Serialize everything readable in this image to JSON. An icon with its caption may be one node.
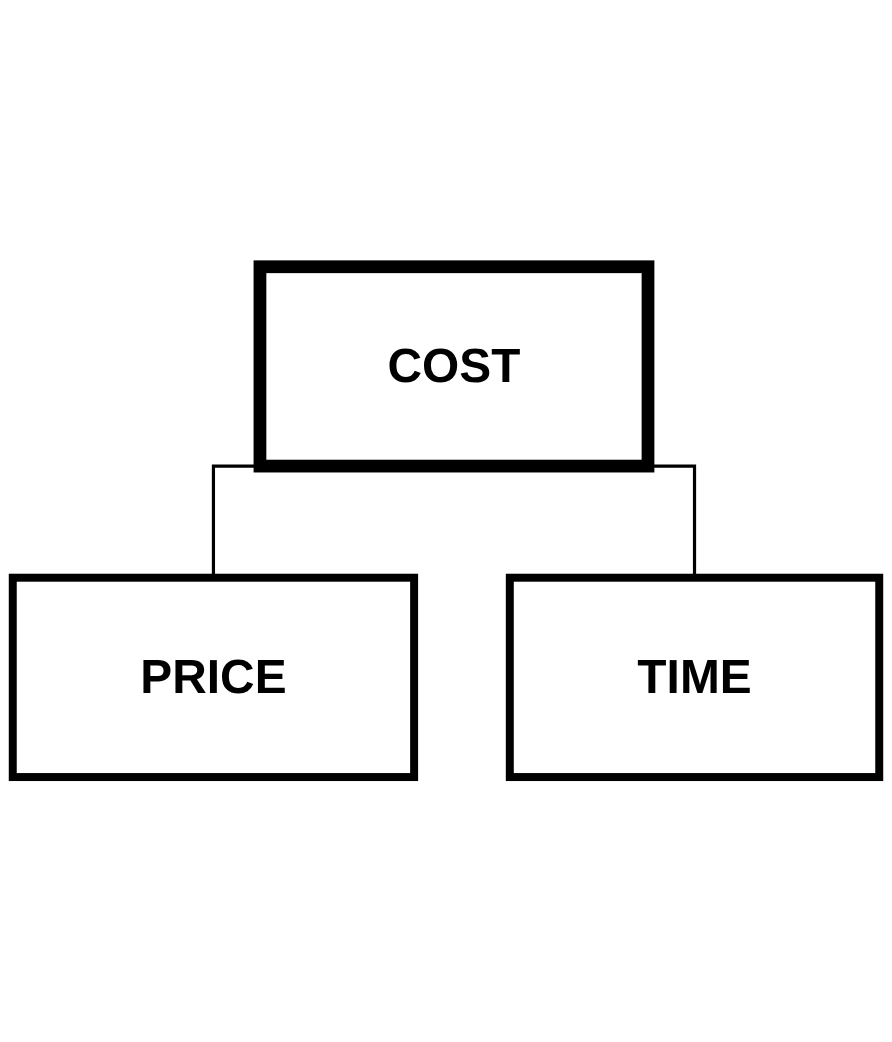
{
  "diagram": {
    "nodes": [
      {
        "text": [
          "COST"
        ]
      },
      {
        "text": [
          "PRICE"
        ]
      },
      {
        "text": [
          "TIME"
        ]
      }
    ],
    "edges": [
      {
        "from": 0,
        "to": 1,
        "arrow": "none"
      },
      {
        "from": 0,
        "to": 2,
        "arrow": "none"
      }
    ]
  }
}
